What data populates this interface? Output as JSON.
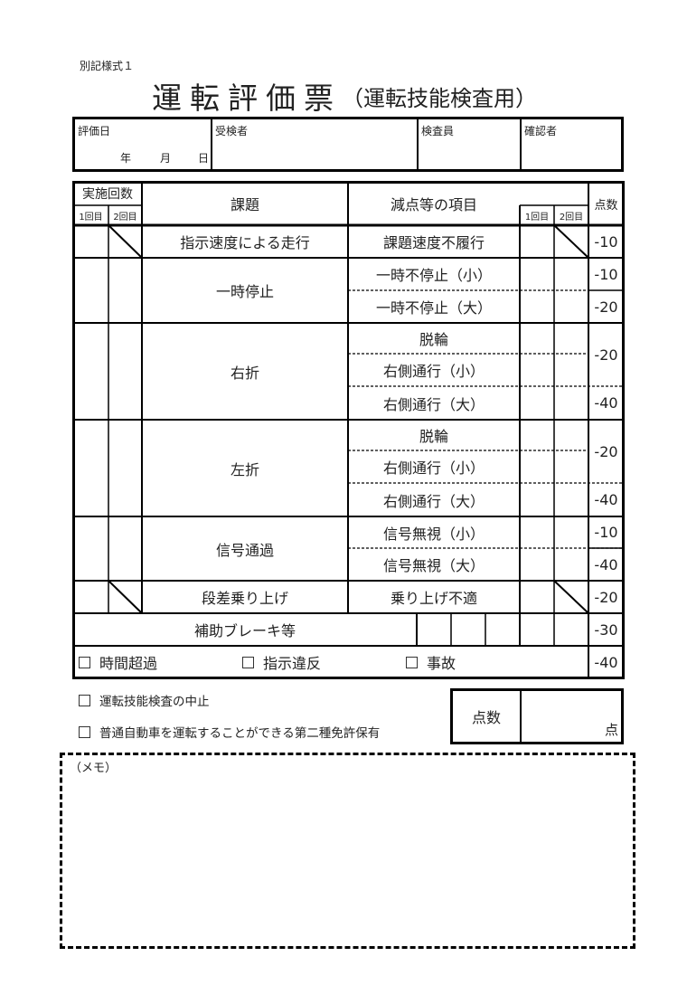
{
  "form_number": "別記様式１",
  "title": "運転評価票",
  "subtitle": "（運転技能検査用）",
  "header": {
    "eval_date_label": "評価日",
    "year": "年",
    "month": "月",
    "day": "日",
    "examinee_label": "受検者",
    "inspector_label": "検査員",
    "confirmer_label": "確認者"
  },
  "table": {
    "count_header": "実施回数",
    "first": "1回目",
    "second": "2回目",
    "task_header": "課題",
    "items_header": "減点等の項目",
    "points_header": "点数",
    "rows": [
      {
        "task": "指示速度による走行",
        "items": [
          "課題速度不履行"
        ],
        "points": [
          "-10"
        ]
      },
      {
        "task": "一時停止",
        "items": [
          "一時不停止（小）",
          "一時不停止（大）"
        ],
        "points": [
          "-10",
          "-20"
        ]
      },
      {
        "task": "右折",
        "items": [
          "脱輪",
          "右側通行（小）",
          "右側通行（大）"
        ],
        "points": [
          "-20",
          "-40"
        ]
      },
      {
        "task": "左折",
        "items": [
          "脱輪",
          "右側通行（小）",
          "右側通行（大）"
        ],
        "points": [
          "-20",
          "-40"
        ]
      },
      {
        "task": "信号通過",
        "items": [
          "信号無視（小）",
          "信号無視（大）"
        ],
        "points": [
          "-10",
          "-40"
        ]
      },
      {
        "task": "段差乗り上げ",
        "items": [
          "乗り上げ不適"
        ],
        "points": [
          "-20"
        ]
      }
    ],
    "assist_brake": {
      "label": "補助ブレーキ等",
      "points": "-30"
    },
    "bottom_row": {
      "time_over": "時間超過",
      "violation": "指示違反",
      "accident": "事故",
      "points": "-40"
    }
  },
  "options": {
    "stop_test": "運転技能検査の中止",
    "second_class": "普通自動車を運転することができる第二種免許保有"
  },
  "score": {
    "label": "点数",
    "unit": "点"
  },
  "memo": {
    "label": "（メモ）"
  }
}
